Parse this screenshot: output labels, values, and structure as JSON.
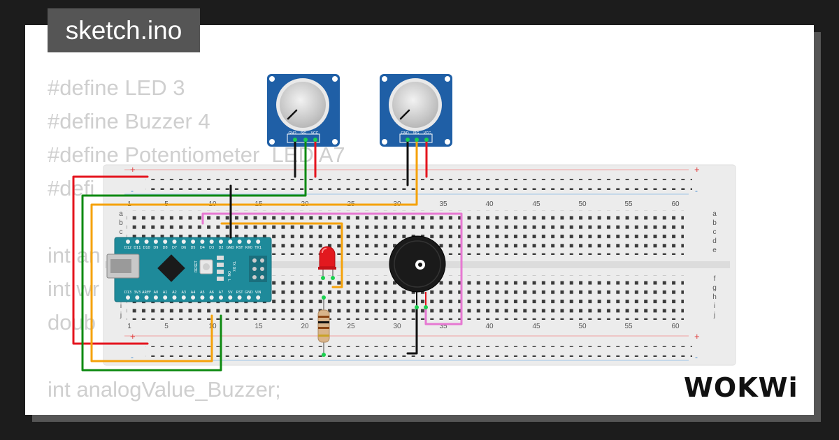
{
  "file_tab": {
    "label": "sketch.ino"
  },
  "code_lines": [
    "#define LED 3",
    "#define Buzzer 4",
    "#define Potentiometer_LED A7",
    "#defi",
    "",
    "int an",
    "int wr",
    "doub",
    "",
    "int analogValue_Buzzer;",
    "int analogValue_Bu"
  ],
  "brand": {
    "name": "WOKWi"
  },
  "potentiometers": [
    {
      "pins": [
        "GND",
        "SIG",
        "VCC"
      ]
    },
    {
      "pins": [
        "GND",
        "SIG",
        "VCC"
      ]
    }
  ],
  "breadboard": {
    "column_numbers": [
      "1",
      "5",
      "10",
      "15",
      "20",
      "25",
      "30",
      "35",
      "40",
      "45",
      "50",
      "55",
      "60"
    ],
    "rows_top": [
      "a",
      "b",
      "c",
      "d",
      "e"
    ],
    "rows_bottom": [
      "f",
      "g",
      "h",
      "i",
      "j"
    ],
    "rail_plus": "+",
    "rail_minus": "-"
  },
  "arduino": {
    "top_pins": [
      "D12",
      "D11",
      "D10",
      "D9",
      "D8",
      "D7",
      "D6",
      "D5",
      "D4",
      "D3",
      "D2",
      "GND",
      "RST",
      "RX0",
      "TX1"
    ],
    "bottom_pins": [
      "D13",
      "3V3",
      "AREF",
      "A0",
      "A1",
      "A2",
      "A3",
      "A4",
      "A5",
      "A6",
      "A7",
      "5V",
      "RST",
      "GND",
      "VIN"
    ],
    "labels": {
      "reset": "RESET",
      "tx_rx": "TX RX",
      "on": "ON",
      "l": "L"
    }
  },
  "colors": {
    "wire_red": "#e4141e",
    "wire_black": "#111111",
    "wire_green": "#0e8a12",
    "wire_orange": "#f5a20a",
    "wire_pink": "#e678d2",
    "arduino": "#1e8a9a",
    "pot_board": "#1f5fa6",
    "breadboard": "#ececec"
  }
}
